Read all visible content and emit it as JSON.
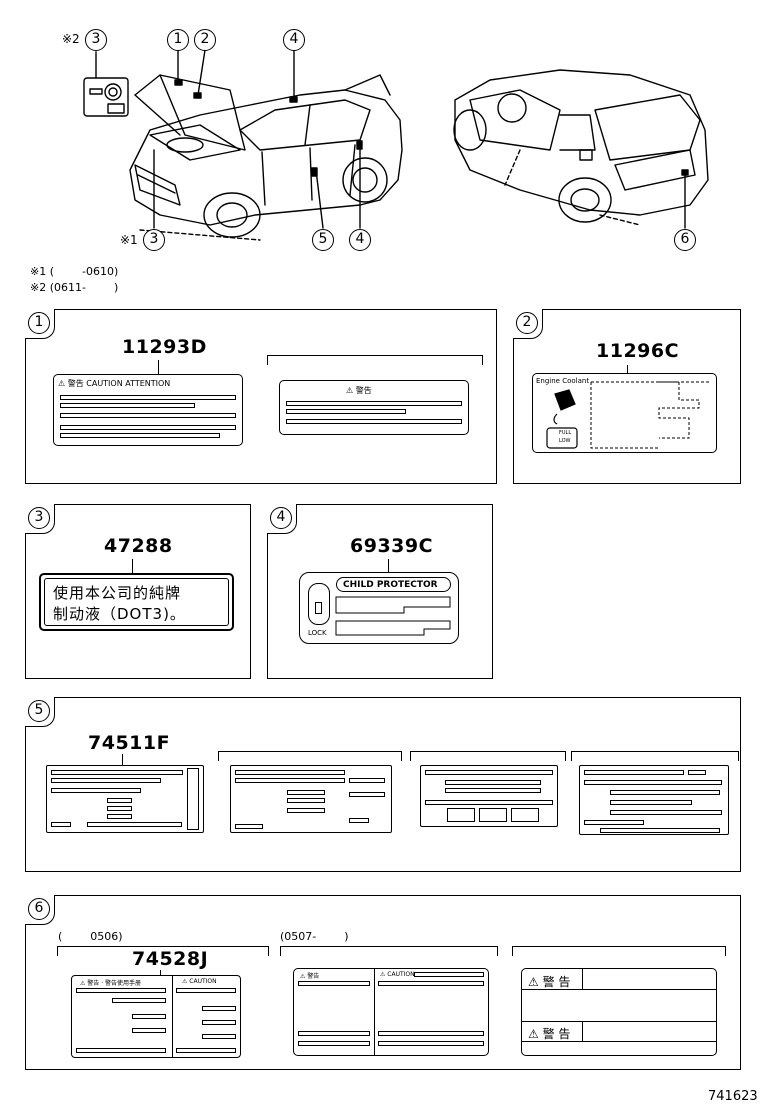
{
  "overview": {
    "callouts": [
      {
        "id": "c3top",
        "num": "3",
        "prefix": "※2"
      },
      {
        "id": "c1",
        "num": "1"
      },
      {
        "id": "c2",
        "num": "2"
      },
      {
        "id": "c4top",
        "num": "4"
      },
      {
        "id": "c3bot",
        "num": "3",
        "prefix": "※1"
      },
      {
        "id": "c5",
        "num": "5"
      },
      {
        "id": "c4bot",
        "num": "4"
      },
      {
        "id": "c6",
        "num": "6"
      }
    ],
    "notes": [
      {
        "mark": "※1",
        "range": "(        -0610)"
      },
      {
        "mark": "※2",
        "range": "(0611-        )"
      }
    ]
  },
  "panels": {
    "p1": {
      "num": "1",
      "part": "11293D",
      "label_a": "⚠ 警告 CAUTION ATTENTION",
      "label_b": "⚠ 警告"
    },
    "p2": {
      "num": "2",
      "part": "11296C",
      "label_title": "Engine Coolant",
      "full": "FULL",
      "low": "LOW"
    },
    "p3": {
      "num": "3",
      "part": "47288",
      "line1": "使用本公司的純牌",
      "line2": "制动液（DOT3)。"
    },
    "p4": {
      "num": "4",
      "part": "69339C",
      "header": "CHILD PROTECTOR",
      "lock": "LOCK"
    },
    "p5": {
      "num": "5",
      "part": "74511F"
    },
    "p6": {
      "num": "6",
      "part": "74528J",
      "range_a": "(        0506)",
      "range_b": "(0507-        )",
      "warn1": "⚠ 警 告",
      "warn2": "⚠ 警 告",
      "small1": "⚠ 警告 · 警告使用手册",
      "small2": "⚠ CAUTION",
      "small3": "⚠ 警告",
      "small4": "⚠ CAUTION"
    }
  },
  "figure_id": "741623"
}
